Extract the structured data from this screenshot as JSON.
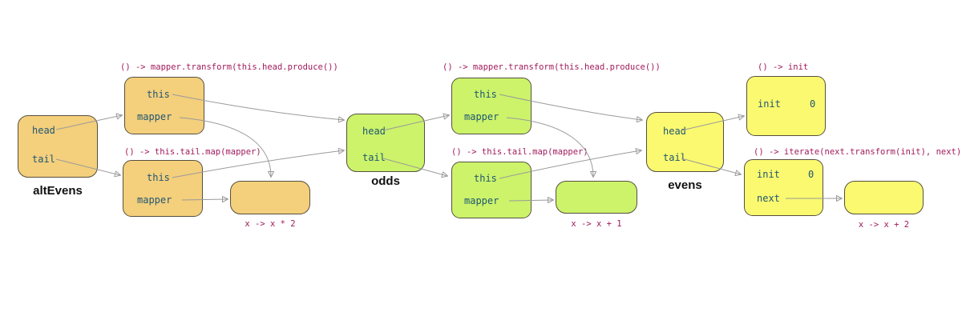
{
  "colors": {
    "orange_fill": "#f4cf7c",
    "green_fill": "#ccf36a",
    "yellow_fill": "#fbf96f",
    "box_border": "#56503f",
    "field_text": "#1f5673",
    "code_label_text": "#a11a5b",
    "group_label_text": "#111111",
    "arrow": "#9a9a9a"
  },
  "groups": [
    {
      "name": "altEvens",
      "head_closure_label": "() -> mapper.transform(this.head.produce())",
      "tail_closure_label": "() -> this.tail.map(mapper)",
      "fn_label": "x -> x * 2",
      "stream": {
        "field1": "head",
        "field2": "tail"
      },
      "head_closure": {
        "field1": "this",
        "field2": "mapper"
      },
      "tail_closure": {
        "field1": "this",
        "field2": "mapper"
      }
    },
    {
      "name": "odds",
      "head_closure_label": "() -> mapper.transform(this.head.produce())",
      "tail_closure_label": "() -> this.tail.map(mapper)",
      "fn_label": "x -> x + 1",
      "stream": {
        "field1": "head",
        "field2": "tail"
      },
      "head_closure": {
        "field1": "this",
        "field2": "mapper"
      },
      "tail_closure": {
        "field1": "this",
        "field2": "mapper"
      }
    },
    {
      "name": "evens",
      "head_closure_label": "() -> init",
      "tail_closure_label": "() -> iterate(next.transform(init), next)",
      "fn_label": "x -> x + 2",
      "stream": {
        "field1": "head",
        "field2": "tail"
      },
      "head_closure": {
        "field1": "init",
        "value1": "0"
      },
      "tail_closure": {
        "field1": "init",
        "value1": "0",
        "field2": "next"
      }
    }
  ]
}
